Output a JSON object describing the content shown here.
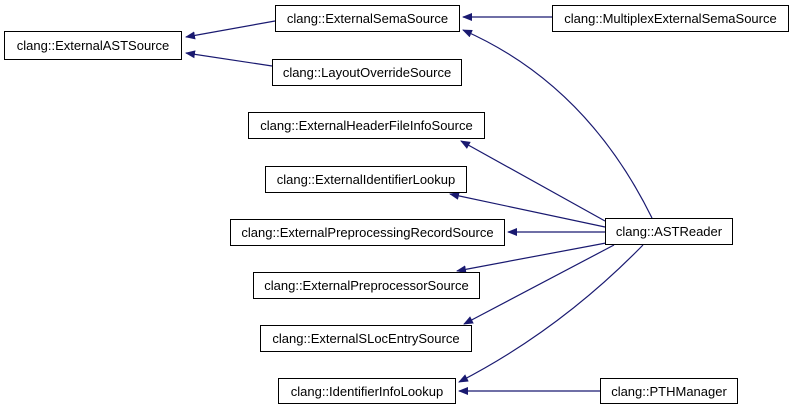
{
  "diagram": {
    "title": "clang external source class inheritance graph",
    "background_color": "#ffffff",
    "node_fill_color": "#ffffff",
    "node_border_color": "#000000",
    "node_text_color": "#000000",
    "edge_color": "#191970",
    "nodes": [
      {
        "id": "external-ast-source",
        "label": "clang::ExternalASTSource"
      },
      {
        "id": "external-sema-source",
        "label": "clang::ExternalSemaSource"
      },
      {
        "id": "multiplex-external-sema-source",
        "label": "clang::MultiplexExternalSemaSource"
      },
      {
        "id": "layout-override-source",
        "label": "clang::LayoutOverrideSource"
      },
      {
        "id": "external-header-file-info-source",
        "label": "clang::ExternalHeaderFileInfoSource"
      },
      {
        "id": "external-identifier-lookup",
        "label": "clang::ExternalIdentifierLookup"
      },
      {
        "id": "external-preprocessing-record-source",
        "label": "clang::ExternalPreprocessingRecordSource"
      },
      {
        "id": "external-preprocessor-source",
        "label": "clang::ExternalPreprocessorSource"
      },
      {
        "id": "external-sloc-entry-source",
        "label": "clang::ExternalSLocEntrySource"
      },
      {
        "id": "identifier-info-lookup",
        "label": "clang::IdentifierInfoLookup"
      },
      {
        "id": "ast-reader",
        "label": "clang::ASTReader"
      },
      {
        "id": "pth-manager",
        "label": "clang::PTHManager"
      }
    ],
    "edges": [
      {
        "from": "clang::ExternalSemaSource",
        "to": "clang::ExternalASTSource"
      },
      {
        "from": "clang::LayoutOverrideSource",
        "to": "clang::ExternalASTSource"
      },
      {
        "from": "clang::MultiplexExternalSemaSource",
        "to": "clang::ExternalSemaSource"
      },
      {
        "from": "clang::ASTReader",
        "to": "clang::ExternalSemaSource"
      },
      {
        "from": "clang::ASTReader",
        "to": "clang::ExternalHeaderFileInfoSource"
      },
      {
        "from": "clang::ASTReader",
        "to": "clang::ExternalIdentifierLookup"
      },
      {
        "from": "clang::ASTReader",
        "to": "clang::ExternalPreprocessingRecordSource"
      },
      {
        "from": "clang::ASTReader",
        "to": "clang::ExternalPreprocessorSource"
      },
      {
        "from": "clang::ASTReader",
        "to": "clang::ExternalSLocEntrySource"
      },
      {
        "from": "clang::ASTReader",
        "to": "clang::IdentifierInfoLookup"
      },
      {
        "from": "clang::PTHManager",
        "to": "clang::IdentifierInfoLookup"
      }
    ]
  }
}
